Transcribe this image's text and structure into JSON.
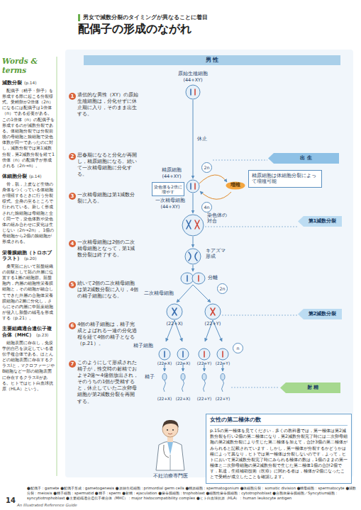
{
  "diagram": {
    "title": "配偶子の形成のながれ",
    "nodes": [
      {
        "text": [
          "男 性"
        ]
      },
      {
        "text": [
          "出 生"
        ]
      },
      {
        "text": [
          "染色体を2倍に増やす"
        ]
      },
      {
        "text": [
          "増殖"
        ]
      },
      {
        "text": [
          "精原細胞は体細胞分裂によって増殖可能"
        ]
      },
      {
        "text": [
          "第1減数分裂"
        ]
      },
      {
        "text": [
          "第2減数分裂"
        ]
      },
      {
        "text": [
          "射 精"
        ]
      },
      {
        "text": [
          "女性の第二極体の数",
          "p.15の第一極体を見てください．多くの教科書では，第一極体は第2減数分裂を行い2個の第二極体になり，第2減数分裂完了時には二次卵母細胞の第2減数分裂により生じた第二極体を加えて，合計3個の第二極体がみられると記載されています．しかし，第一極体が分裂するかどうかは種によって異なり，ヒトでは第一極体は分裂しないのです．よって，ヒトにおいて第2減数分裂完了時にみられる極体の数は，1個のままの第一極体と二次卵母細胞の第2減数分裂で生じた第二極体1個の合計2個です．私達，生殖補助技術（医療）に関わる者は，極体が2個になったことで受精が成立したことを確認します。"
        ]
      }
    ],
    "labels": [
      "男女で減数分裂のタイミングが異なることに着目",
      "Words & terms",
      "減数分裂",
      "(p.14)",
      "配偶子（精子・卵子）を形成する際に起こる分裂様式。受精卵が2倍体（2n）になるには配偶子は1倍体（n）である必要がある。この1倍体（n）の配偶子を形成するのが減数分裂である。体細胞分裂では分裂前後の母細胞と娘細胞で染色体数が同一であったのに対し，減数分裂では第1減数分裂，第2減数分裂を経て1倍体（n）の配偶子が形成される（2n→n）。",
      "体細胞分裂",
      "(p.14)",
      "骨，肌，上皮など生物の身体をつくっている体細胞が増殖するときに行う分裂様式。全身の至るところで行われている。新しく形成された娘細胞は母細胞と全く同一で，染色体数や染色体の組み合わせに変化は生じない（2n→2n）。1個の母細胞から2個の娘細胞が形成される。",
      "栄養膜細胞（トロホブラスト）",
      "(p.20)",
      "桑実胚において胚盤組織の前駆として胚の外層に位置する1層の細胞群。胚盤胞内，内層の細胞性栄養膜細胞と，その細胞が融合してできた外層の合胞体栄養膜細胞の2層に分化し，さらにその内層に中胚葉細胞が侵入し胎盤の絨毛を形成する（p.21）。",
      "主要組織適合遺伝子複合体（MHC）",
      "(p.23)",
      "細胞表面に存在し，免疫学的自己を決定している遺伝子複合体である。ほとんどの細胞表面に存在するクラスIと，マクロファージやB細胞など一部の細胞表面に存在するクラスIIがある。ヒトではヒト白血球抗原（HLA）という。",
      "1",
      "遺伝的な男性（XY）の原始生殖細胞は，分化せずに休止期に入り，そのまま出生する。",
      "2",
      "思春期になると分化が再開し，精原細胞になる。続いて一次精母細胞に分化する。",
      "3",
      "一次精母細胞は第1減数分裂に入る。",
      "4",
      "一次精母細胞は2個の二次精母細胞となって，第1減数分裂は終了する。",
      "5",
      "続いて2個の二次精母細胞は第2減数分裂に入り，4個の精子細胞になる。",
      "6",
      "4個の精子細胞は，精子完成とよばれる一連の分化過程を経て4個の精子となる（p.21）。",
      "7",
      "このようにして形成された精子が，性交時の射精でおよそ2億〜4億個放出され，そのうちの1個が受精すると，休止していた二次卵母細胞が第2減数分裂を再開する。",
      "原始生殖細胞",
      "(44+XY)",
      "休止",
      "精原細胞",
      "(44+XY)",
      "2n",
      "染色体の対合",
      "一次精母細胞",
      "(44+XY)",
      "4n",
      "キアズマ形成",
      "分離",
      "二次精母細胞",
      "2n",
      "(22+X)",
      "(22+Y)",
      "精子細胞",
      "n",
      "(22+X)",
      "(22+X)",
      "(22+Y)",
      "(22+Y)",
      "精子",
      "(22+X)",
      "(22+X)",
      "(22+Y)",
      "(22+Y)",
      "不妊治療専門医",
      "●配偶子：gamete ●配偶子形成：gametogenesis ●原始生殖細胞：primordial germ cells ●精原細胞：spermatogonium ●体細胞分裂：somatic division ●精母細胞：spermatocyte ●減数分裂：meiosis ●精子細胞：spermatid ●精子：sperm ●射精：ejaculation ●栄養膜細胞：trophoblast ●細胞性栄養膜細胞：cytotrophoblast ●合胞体栄養膜細胞／Syncytium細胞：syncytiotrophoblast ●主要組織適合遺伝子複合体（MHC）：major histocompatibility complex ●ヒト白血球抗原（HLA）：human leukocyte antigen",
      "14",
      "An Illustrated Reference Guide"
    ]
  }
}
